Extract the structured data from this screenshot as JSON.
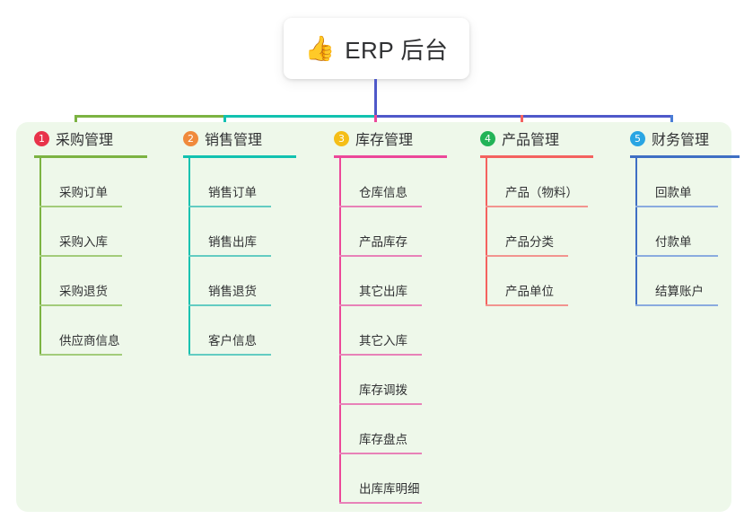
{
  "root": {
    "icon": "thumbs-up-icon",
    "emoji": "👍",
    "title": "ERP 后台"
  },
  "colors": {
    "canvas_bg": "#ffffff",
    "panel_bg": "#eef8ea",
    "trunk": "#4f59c9",
    "bar_green": "#7cb342",
    "bar_teal": "#12c2b0",
    "bar_blue": "#4f59c9",
    "text": "#303133"
  },
  "connector": {
    "segments": [
      {
        "name": "bar-segment-green",
        "color": "#7cb342"
      },
      {
        "name": "bar-segment-teal",
        "color": "#12c2b0"
      },
      {
        "name": "bar-segment-blue",
        "color": "#4f59c9"
      }
    ]
  },
  "columns": [
    {
      "index": "1",
      "title": "采购管理",
      "badge_color": "#e8334a",
      "line_color": "#7cb342",
      "leaf_color": "#a3cc7a",
      "items": [
        "采购订单",
        "采购入库",
        "采购退货",
        "供应商信息"
      ]
    },
    {
      "index": "2",
      "title": "销售管理",
      "badge_color": "#f08a3c",
      "line_color": "#12c2b0",
      "leaf_color": "#63ccc2",
      "items": [
        "销售订单",
        "销售出库",
        "销售退货",
        "客户信息"
      ]
    },
    {
      "index": "3",
      "title": "库存管理",
      "badge_color": "#f5be17",
      "line_color": "#ec4899",
      "leaf_color": "#e882b8",
      "items": [
        "仓库信息",
        "产品库存",
        "其它出库",
        "其它入库",
        "库存调拨",
        "库存盘点",
        "出库库明细"
      ]
    },
    {
      "index": "4",
      "title": "产品管理",
      "badge_color": "#22b357",
      "line_color": "#f4625f",
      "leaf_color": "#f2948f",
      "items": [
        "产品（物料）",
        "产品分类",
        "产品单位"
      ]
    },
    {
      "index": "5",
      "title": "财务管理",
      "badge_color": "#29a5e3",
      "line_color": "#3f6fc4",
      "leaf_color": "#8aabdf",
      "items": [
        "回款单",
        "付款单",
        "结算账户"
      ]
    }
  ]
}
